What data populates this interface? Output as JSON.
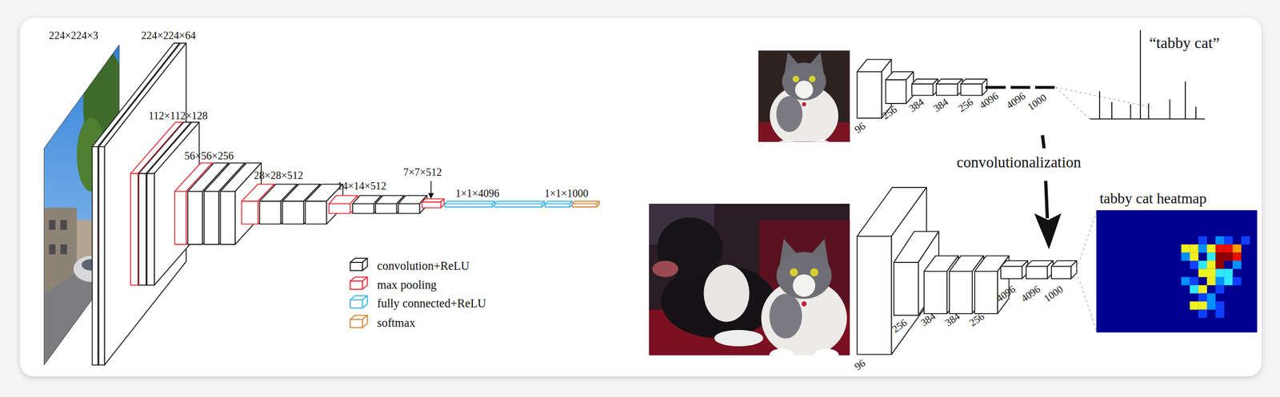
{
  "diagram": {
    "labels": [
      "224×224×3",
      "224×224×64",
      "112×112×128",
      "56×56×256",
      "28×28×512",
      "14×14×512",
      "7×7×512",
      "1×1×4096",
      "1×1×1000",
      "“tabby cat”",
      "96",
      "256",
      "384",
      "384",
      "256",
      "4096",
      "4096",
      "1000",
      "convolutionalization",
      "96",
      "256",
      "384",
      "384",
      "256",
      "4096",
      "4096",
      "1000",
      "tabby cat heatmap"
    ],
    "legend": [
      {
        "text": "convolution+ReLU",
        "color": "#222222"
      },
      {
        "text": "max pooling",
        "color": "#e8303a"
      },
      {
        "text": "fully connected+ReLU",
        "color": "#39b6e8"
      },
      {
        "text": "softmax",
        "color": "#d4883a"
      }
    ]
  }
}
